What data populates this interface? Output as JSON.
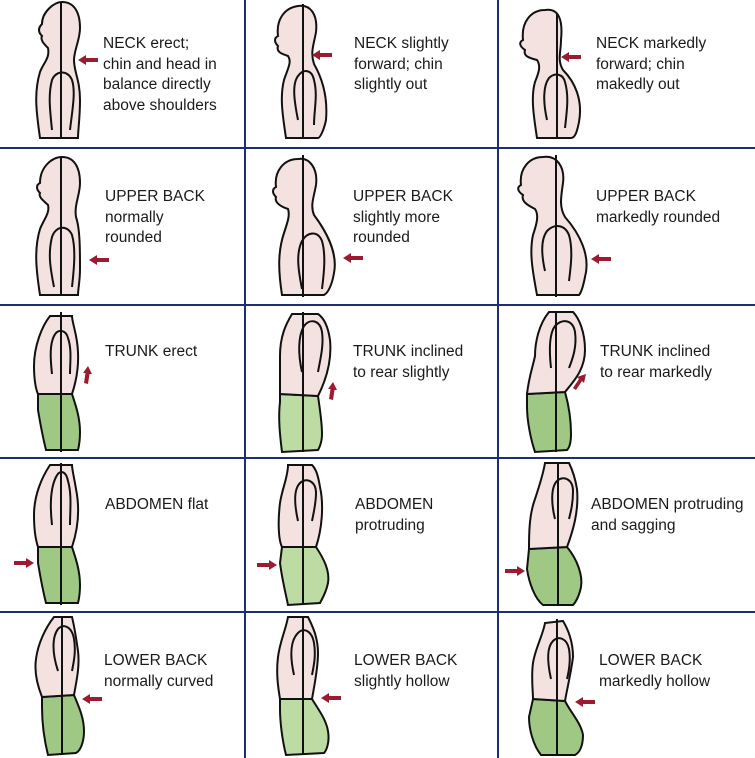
{
  "colors": {
    "grid": "#1f2f6e",
    "skin": "#f4e2e0",
    "abdomen_green": "#9ec884",
    "abdomen_green_light": "#bcdca4",
    "arrow": "#9b1b30",
    "outline": "#111111"
  },
  "rows": [
    {
      "region": "neck",
      "cells": [
        {
          "label": "NECK erect;\nchin and head in\nbalance directly\nabove shoulders",
          "arrow": "left"
        },
        {
          "label": "NECK slightly\nforward; chin\nslightly out",
          "arrow": "left"
        },
        {
          "label": "NECK markedly\nforward; chin\nmakedly out",
          "arrow": "left"
        }
      ]
    },
    {
      "region": "upper-back",
      "cells": [
        {
          "label": "UPPER BACK\nnormally\nrounded",
          "arrow": "left"
        },
        {
          "label": "UPPER BACK\nslightly more\nrounded",
          "arrow": "left"
        },
        {
          "label": "UPPER BACK\nmarkedly rounded",
          "arrow": "left"
        }
      ]
    },
    {
      "region": "trunk",
      "cells": [
        {
          "label": "TRUNK erect",
          "arrow": "up"
        },
        {
          "label": "TRUNK inclined\nto rear slightly",
          "arrow": "up"
        },
        {
          "label": "TRUNK inclined\nto rear markedly",
          "arrow": "up-right"
        }
      ]
    },
    {
      "region": "abdomen",
      "cells": [
        {
          "label": "ABDOMEN flat",
          "arrow": "right"
        },
        {
          "label": "ABDOMEN\nprotruding",
          "arrow": "right"
        },
        {
          "label": "ABDOMEN protruding\nand sagging",
          "arrow": "right"
        }
      ]
    },
    {
      "region": "lower-back",
      "cells": [
        {
          "label": "LOWER BACK\nnormally curved",
          "arrow": "left"
        },
        {
          "label": "LOWER BACK\nslightly hollow",
          "arrow": "left"
        },
        {
          "label": "LOWER BACK\nmarkedly hollow",
          "arrow": "left"
        }
      ]
    }
  ]
}
